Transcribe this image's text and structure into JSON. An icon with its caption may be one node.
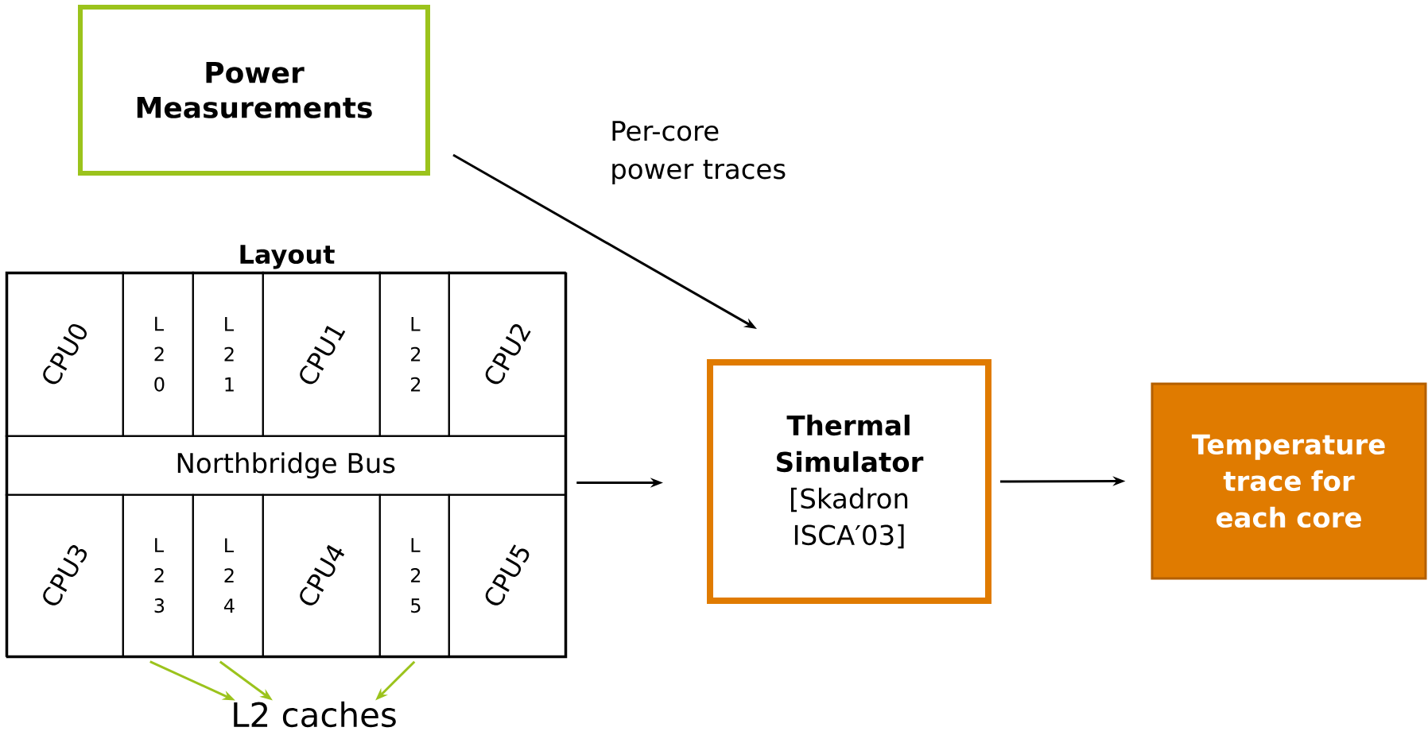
{
  "diagram": {
    "nodes": [
      {
        "text": [
          "Power Measurements"
        ]
      },
      {
        "text": [
          "Layout"
        ]
      },
      {
        "text": [
          "CPU0"
        ],
        "in": 1
      },
      {
        "text": [
          "L 2 0"
        ],
        "in": 1
      },
      {
        "text": [
          "L 2 1"
        ],
        "in": 1
      },
      {
        "text": [
          "CPU1"
        ],
        "in": 1
      },
      {
        "text": [
          "L 2 2"
        ],
        "in": 1
      },
      {
        "text": [
          "CPU2"
        ],
        "in": 1
      },
      {
        "text": [
          "Northbridge Bus"
        ],
        "in": 1
      },
      {
        "text": [
          "CPU3"
        ],
        "in": 1
      },
      {
        "text": [
          "L 2 3"
        ],
        "in": 1
      },
      {
        "text": [
          "L 2 4"
        ],
        "in": 1
      },
      {
        "text": [
          "CPU4"
        ],
        "in": 1
      },
      {
        "text": [
          "L 2 5"
        ],
        "in": 1
      },
      {
        "text": [
          "CPU5"
        ],
        "in": 1
      },
      {
        "text": [
          "L2 caches"
        ]
      },
      {
        "text": [
          "Thermal Simulator",
          "[Skadron ISCA′03]"
        ]
      },
      {
        "text": [
          "Temperature trace for each core"
        ]
      }
    ],
    "edges": [
      {
        "from": 0,
        "to": 16,
        "arrow": "to",
        "label": "Per-core power traces"
      },
      {
        "from": 1,
        "to": 16,
        "arrow": "to"
      },
      {
        "from": 16,
        "to": 17,
        "arrow": "to"
      },
      {
        "from": 10,
        "to": 15,
        "arrow": "to",
        "color": "#9bc31c"
      },
      {
        "from": 11,
        "to": 15,
        "arrow": "to",
        "color": "#9bc31c"
      },
      {
        "from": 13,
        "to": 15,
        "arrow": "to",
        "color": "#9bc31c"
      }
    ]
  }
}
